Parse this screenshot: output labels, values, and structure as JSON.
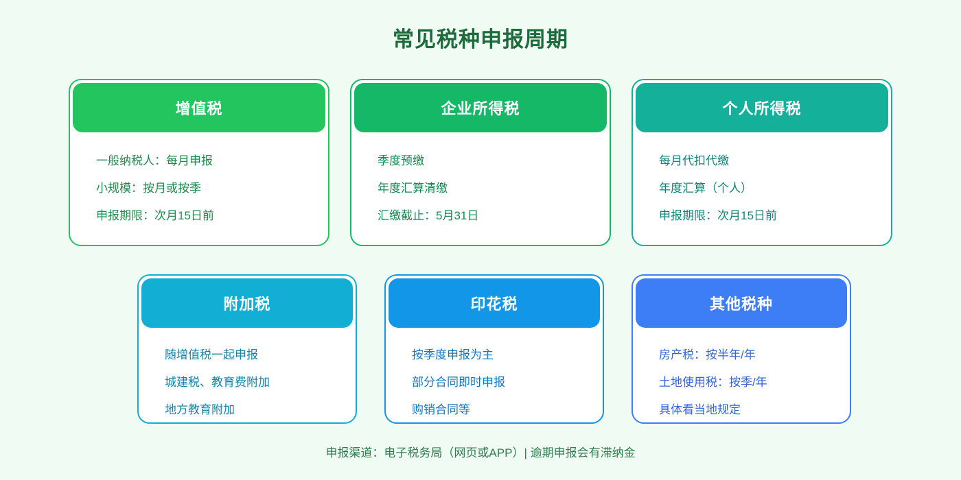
{
  "page": {
    "title": "常见税种申报周期",
    "background_color": "#F0FBF4",
    "title_color": "#1D6B3C",
    "footer_note": "申报渠道：电子税务局（网页或APP）| 逾期申报会有滞纳金",
    "footer_color": "#2E7D4F"
  },
  "cards": [
    {
      "title": "增值税",
      "accent": "#22C55E",
      "text_color": "#1E8A4C",
      "lines": [
        "一般纳税人：每月申报",
        "小规模：按月或按季",
        "申报期限：次月15日前"
      ]
    },
    {
      "title": "企业所得税",
      "accent": "#14B866",
      "text_color": "#128A52",
      "lines": [
        "季度预缴",
        "年度汇算清缴",
        "汇缴截止：5月31日"
      ]
    },
    {
      "title": "个人所得税",
      "accent": "#14B09A",
      "text_color": "#108478",
      "lines": [
        "每月代扣代缴",
        "年度汇算（个人）",
        "申报期限：次月15日前"
      ]
    },
    {
      "title": "附加税",
      "accent": "#12AED4",
      "text_color": "#1186A8",
      "lines": [
        "随增值税一起申报",
        "城建税、教育费附加",
        "地方教育附加"
      ]
    },
    {
      "title": "印花税",
      "accent": "#1296E8",
      "text_color": "#1178C4",
      "lines": [
        "按季度申报为主",
        "部分合同即时申报",
        "购销合同等"
      ]
    },
    {
      "title": "其他税种",
      "accent": "#3D7DF5",
      "text_color": "#3266D8",
      "lines": [
        "房产税：按半年/年",
        "土地使用税：按季/年",
        "具体看当地规定"
      ]
    }
  ]
}
